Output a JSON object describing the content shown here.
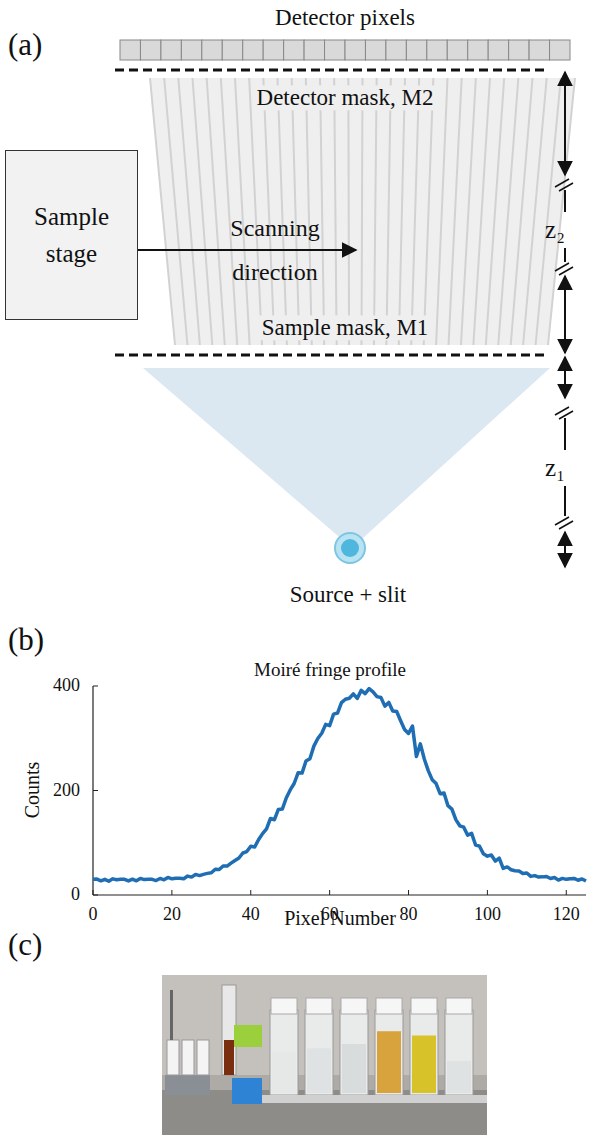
{
  "diagram": {
    "nodes": [
      {
        "text": [
          "Sample stage"
        ]
      }
    ],
    "labels": [
      "(a)",
      "Detector pixels",
      "Detector mask, M2",
      "Scanning direction",
      "Sample mask, M1",
      "z₂",
      "z₁",
      "Source + slit",
      "(b)",
      "Moiré fringe profile",
      "Counts",
      "Pixel Number",
      "0",
      "200",
      "400",
      "0",
      "20",
      "40",
      "60",
      "80",
      "100",
      "120",
      "(c)"
    ]
  }
}
